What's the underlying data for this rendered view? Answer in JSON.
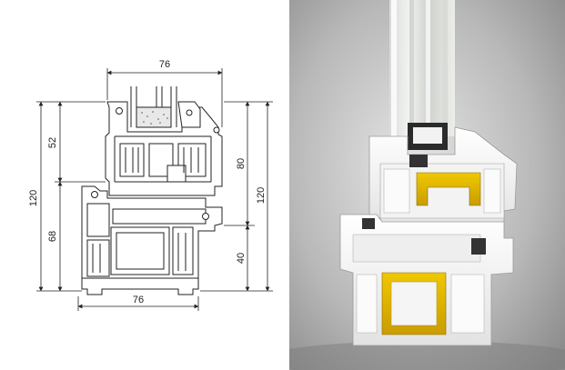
{
  "diagram": {
    "dimensions": {
      "top_width": "76",
      "bottom_width": "76",
      "left_total": "120",
      "left_upper": "52",
      "left_lower": "68",
      "right_upper": "80",
      "right_lower": "40",
      "right_total": "120"
    }
  },
  "colors": {
    "line": "#222222",
    "reinforcement": "#e6b800",
    "profile_white": "#f4f4f4",
    "background_photo": "#c9c9c9"
  }
}
